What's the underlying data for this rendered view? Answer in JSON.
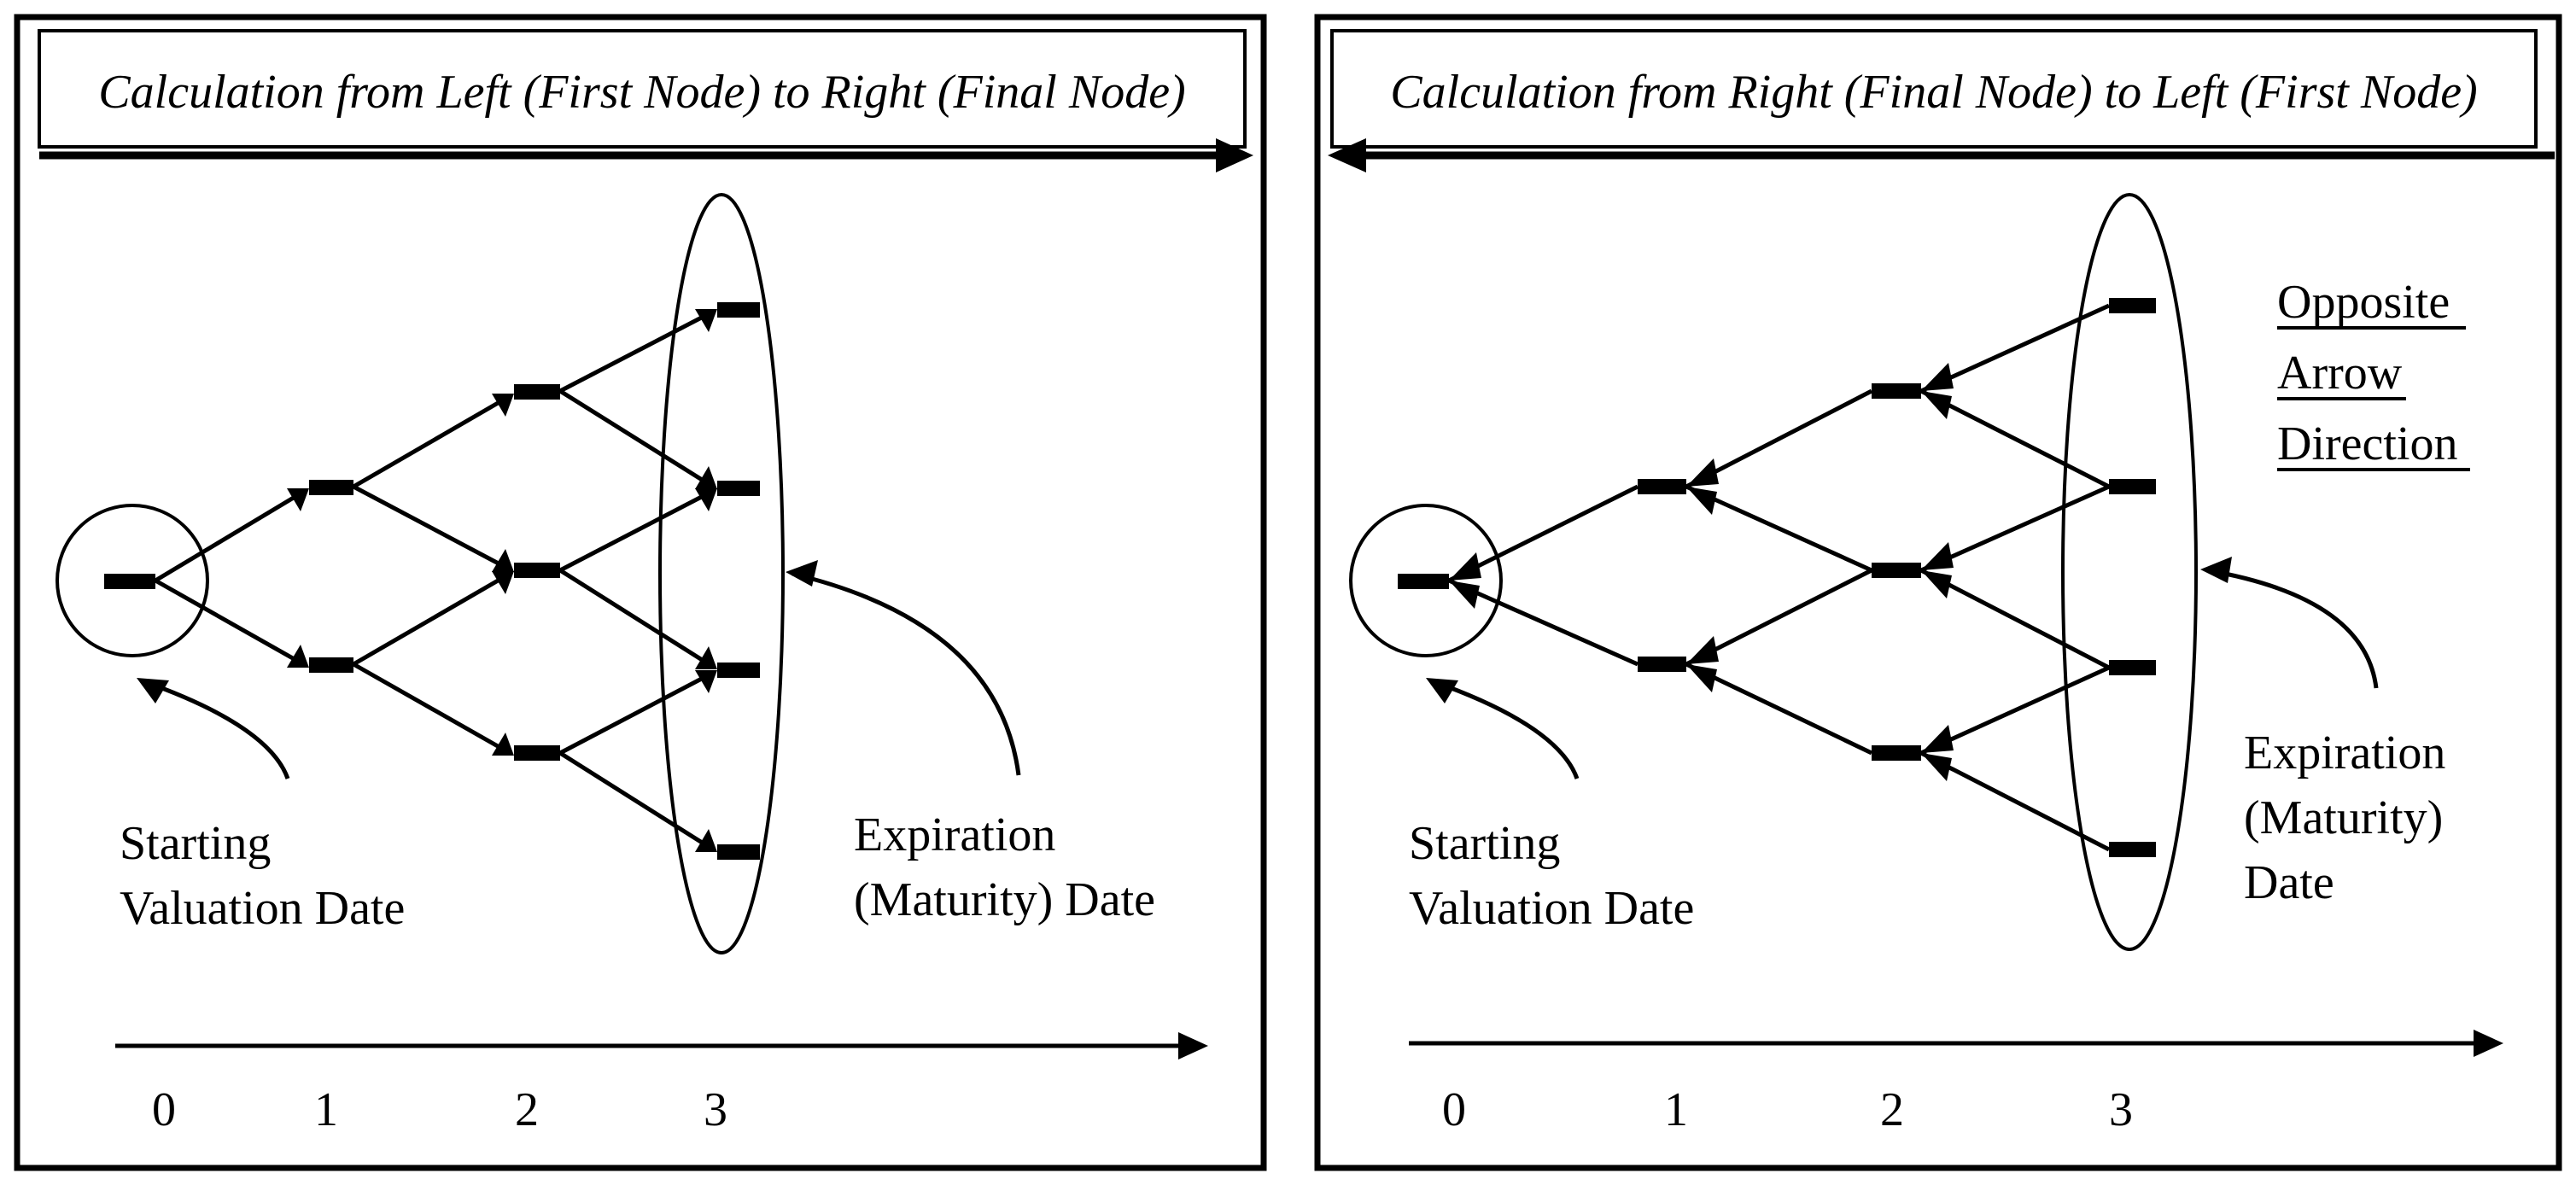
{
  "panels": [
    {
      "id": "forward",
      "header": "Calculation from Left (First Node) to Right (Final Node)",
      "header_arrow": "right",
      "edge_arrow": "forward",
      "start_caption": [
        "Starting",
        "Valuation Date"
      ],
      "expiry_caption": [
        "Expiration",
        "(Maturity) Date"
      ],
      "note": [],
      "ticks": [
        "0",
        "1",
        "2",
        "3"
      ]
    },
    {
      "id": "backward",
      "header": "Calculation from Right (Final Node) to Left (First Node)",
      "header_arrow": "left",
      "edge_arrow": "backward",
      "start_caption": [
        "Starting",
        "Valuation Date"
      ],
      "expiry_caption": [
        "Expiration",
        "(Maturity)",
        "Date"
      ],
      "note": [
        "Opposite",
        "Arrow",
        "Direction"
      ],
      "ticks": [
        "0",
        "1",
        "2",
        "3"
      ]
    }
  ]
}
